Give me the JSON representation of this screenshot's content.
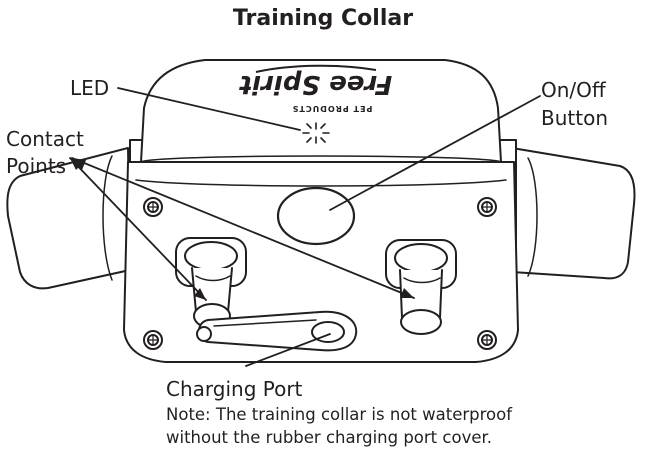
{
  "title": "Training Collar",
  "labels": {
    "led": "LED",
    "contact_line1": "Contact",
    "contact_line2": "Points",
    "onoff_line1": "On/Off",
    "onoff_line2": "Button",
    "charging": "Charging Port",
    "note_line1": "Note: The training collar is not waterproof",
    "note_line2": "without the rubber charging port cover."
  },
  "logo": {
    "brand": "Free Spirit",
    "tagline": "PET PRODUCTS"
  },
  "colors": {
    "ink": "#231f20",
    "fill": "#ffffff"
  }
}
